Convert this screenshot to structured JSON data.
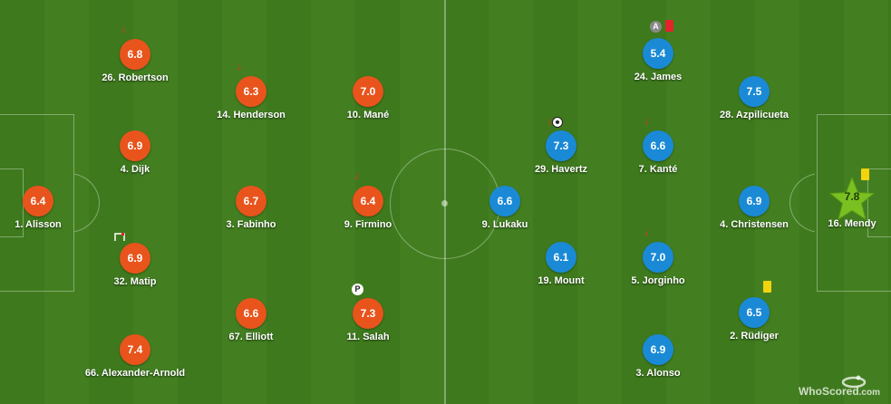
{
  "colors": {
    "home": "#e8541c",
    "away": "#1a8ad6",
    "star": "#7ac021"
  },
  "logo": {
    "text": "WhoScored",
    "suffix": ".com"
  },
  "home": [
    {
      "rating": "6.4",
      "name": "1. Alisson"
    },
    {
      "rating": "6.8",
      "name": "26. Robertson",
      "icons": [
        "sub-off-arrow"
      ]
    },
    {
      "rating": "6.9",
      "name": "4. Dijk"
    },
    {
      "rating": "6.9",
      "name": "32. Matip",
      "icons": [
        "injury-icon"
      ]
    },
    {
      "rating": "7.4",
      "name": "66. Alexander-Arnold"
    },
    {
      "rating": "6.3",
      "name": "14. Henderson",
      "icons": [
        "sub-off-arrow"
      ]
    },
    {
      "rating": "6.7",
      "name": "3. Fabinho"
    },
    {
      "rating": "6.6",
      "name": "67. Elliott"
    },
    {
      "rating": "7.0",
      "name": "10. Mané"
    },
    {
      "rating": "6.4",
      "name": "9. Firmino",
      "icons": [
        "sub-off-arrow"
      ]
    },
    {
      "rating": "7.3",
      "name": "11. Salah",
      "icons": [
        "penalty-icon"
      ]
    }
  ],
  "away": [
    {
      "rating": "6.6",
      "name": "9. Lukaku"
    },
    {
      "rating": "7.3",
      "name": "29. Havertz",
      "icons": [
        "goal-ball",
        "sub-off-arrow"
      ]
    },
    {
      "rating": "6.1",
      "name": "19. Mount"
    },
    {
      "rating": "5.4",
      "name": "24. James",
      "icons": [
        "assist-icon",
        "red-card"
      ]
    },
    {
      "rating": "6.6",
      "name": "7. Kanté",
      "icons": [
        "sub-off-arrow"
      ]
    },
    {
      "rating": "7.0",
      "name": "5. Jorginho",
      "icons": [
        "sub-off-arrow"
      ]
    },
    {
      "rating": "6.9",
      "name": "3. Alonso"
    },
    {
      "rating": "7.5",
      "name": "28. Azpilicueta"
    },
    {
      "rating": "6.9",
      "name": "4. Christensen"
    },
    {
      "rating": "6.5",
      "name": "2. Rüdiger",
      "icons": [
        "yellow-card"
      ]
    },
    {
      "rating": "7.8",
      "name": "16. Mendy",
      "icons": [
        "man-of-the-match-star",
        "yellow-card"
      ]
    }
  ],
  "badge_text": {
    "assist": "A",
    "penalty": "P"
  }
}
